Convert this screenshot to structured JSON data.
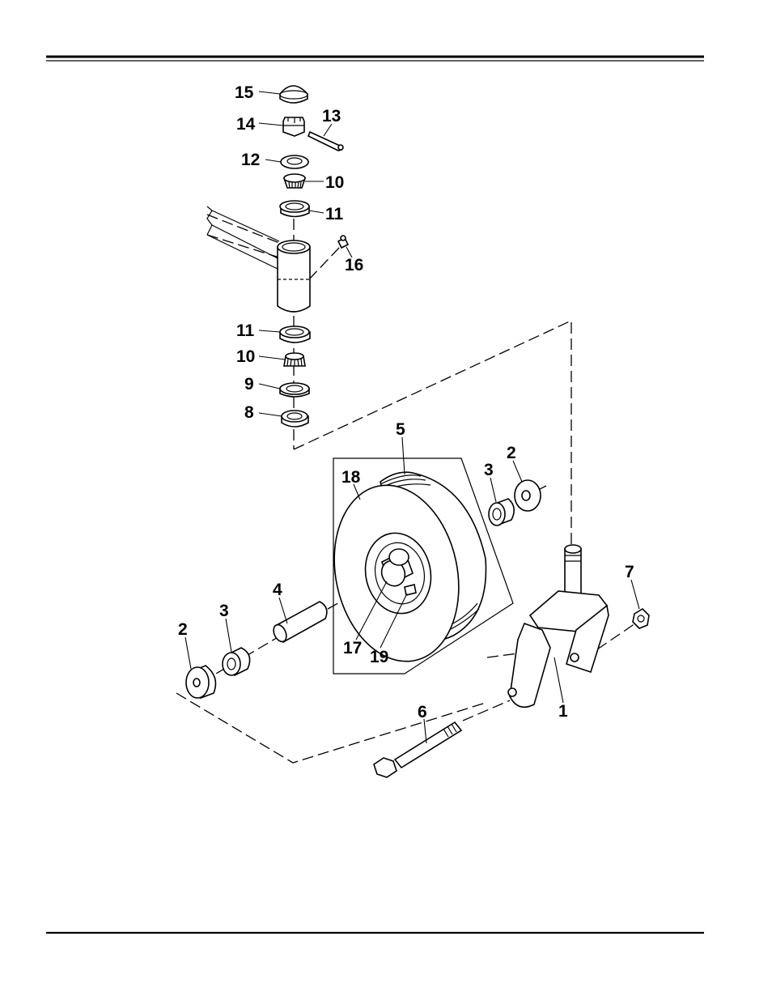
{
  "diagram": {
    "callouts": {
      "c1": "1",
      "c2a": "2",
      "c2b": "2",
      "c3a": "3",
      "c3b": "3",
      "c4": "4",
      "c5": "5",
      "c6": "6",
      "c7": "7",
      "c8": "8",
      "c9": "9",
      "c10a": "10",
      "c10b": "10",
      "c11a": "11",
      "c11b": "11",
      "c12": "12",
      "c13": "13",
      "c14": "14",
      "c15": "15",
      "c16": "16",
      "c17": "17",
      "c18": "18",
      "c19": "19"
    },
    "colors": {
      "line": "#000000",
      "background": "#ffffff"
    }
  }
}
